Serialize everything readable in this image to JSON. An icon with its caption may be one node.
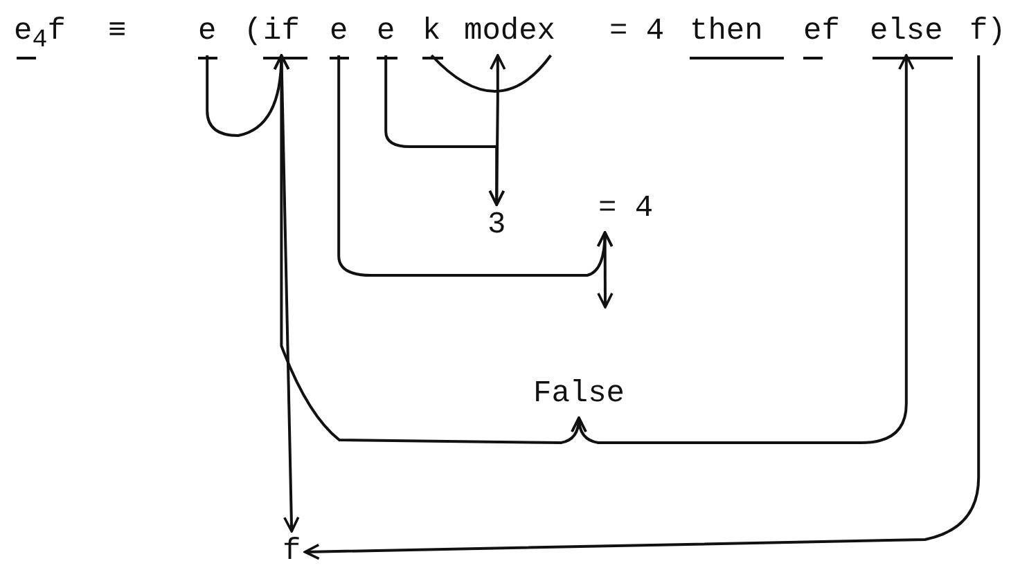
{
  "diagram": {
    "nodes": [
      {
        "text": [
          "e"
        ]
      },
      {
        "text": [
          "if"
        ]
      },
      {
        "text": [
          "e"
        ]
      },
      {
        "text": [
          "e"
        ]
      },
      {
        "text": [
          "k"
        ]
      },
      {
        "text": [
          "modex"
        ]
      },
      {
        "text": [
          "else"
        ]
      },
      {
        "text": [
          "f"
        ]
      },
      {
        "text": [
          "3"
        ]
      },
      {
        "text": [
          "= 4"
        ]
      },
      {
        "text": [
          "False"
        ]
      },
      {
        "text": [
          "f"
        ]
      }
    ],
    "edges": [
      {
        "from": 0,
        "to": 1,
        "arrow": "to"
      },
      {
        "from": 1,
        "to": 11,
        "arrow": "both"
      },
      {
        "from": 4,
        "to": 5,
        "arrow": "none"
      },
      {
        "from": 5,
        "to": 8,
        "arrow": "both"
      },
      {
        "from": 3,
        "to": 8,
        "arrow": "to"
      },
      {
        "from": 9,
        "to": null,
        "arrow": "both"
      },
      {
        "from": 2,
        "to": 9,
        "arrow": "to"
      },
      {
        "from": 1,
        "to": 10,
        "arrow": "to"
      },
      {
        "from": 6,
        "to": 10,
        "arrow": "both"
      },
      {
        "from": 7,
        "to": 11,
        "arrow": "to"
      }
    ],
    "labels": [
      "e$_{4}$f",
      "≡",
      "(",
      "= 4",
      "then",
      "ef",
      ")"
    ]
  }
}
